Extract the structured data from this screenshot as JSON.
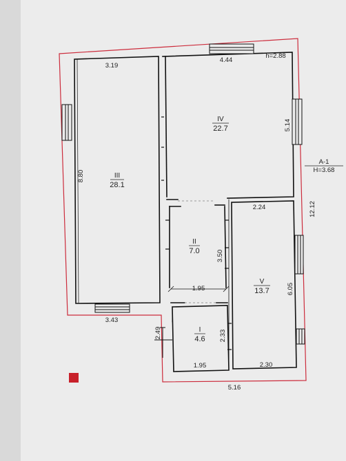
{
  "colors": {
    "paper": "#ececec",
    "wall": "#111111",
    "outline": "#cc2b3b",
    "marker": "#c8202a",
    "text": "#222222",
    "dashed": "#9a9a9a"
  },
  "rooms": [
    {
      "id": "III",
      "number": "III",
      "area": "28.1"
    },
    {
      "id": "IV",
      "number": "IV",
      "area": "22.7"
    },
    {
      "id": "II",
      "number": "II",
      "area": "7.0"
    },
    {
      "id": "V",
      "number": "V",
      "area": "13.7"
    },
    {
      "id": "I",
      "number": "I",
      "area": "4.6"
    }
  ],
  "dimensions": {
    "room3_width": "3.19",
    "room3_length": "8.80",
    "room3_bottom": "3.43",
    "room4_width": "4.44",
    "room4_height_label": "h=2.88",
    "room4_length": "5.14",
    "room2_length": "3.50",
    "room2_width": "1.95",
    "room5_width": "2.24",
    "room5_length": "6.05",
    "room5_bottom": "2.30",
    "room1_length": "2.33",
    "room1_bottom": "1.95",
    "entry_length": "2.49",
    "overall_width": "5.16",
    "overall_length": "12.12"
  },
  "building": {
    "code": "A-1",
    "height": "H=3.68"
  }
}
